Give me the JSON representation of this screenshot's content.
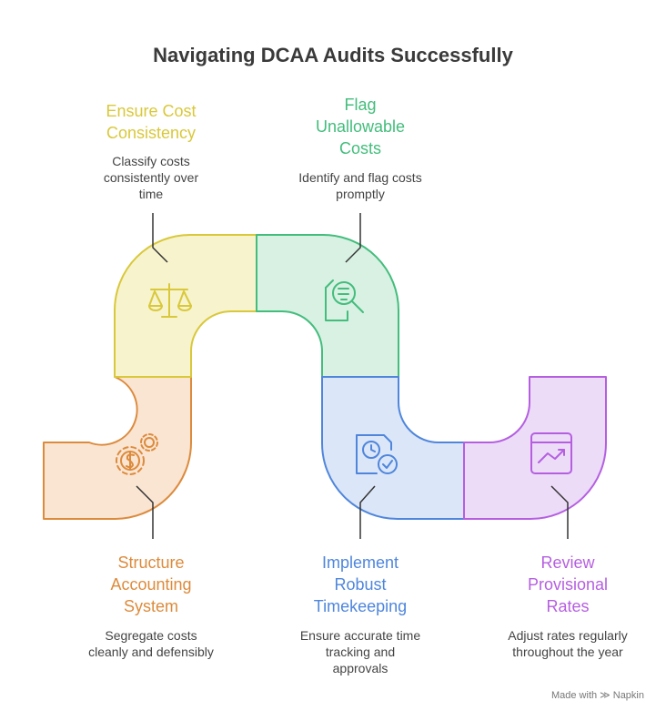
{
  "title": "Navigating DCAA Audits Successfully",
  "steps": [
    {
      "label": "Ensure Cost Consistency",
      "description": "Classify costs consistently over time",
      "icon": "balance-scale-icon",
      "color": "#d9c83a",
      "fill": "#f7f3cd"
    },
    {
      "label": "Flag Unallowable Costs",
      "description": "Identify and flag costs promptly",
      "icon": "document-search-icon",
      "color": "#43bd7c",
      "fill": "#d8f1e3"
    },
    {
      "label": "Structure Accounting System",
      "description": "Segregate costs cleanly and defensibly",
      "icon": "gear-dollar-icon",
      "color": "#dc8b3c",
      "fill": "#fae4d2"
    },
    {
      "label": "Implement Robust Timekeeping",
      "description": "Ensure accurate time tracking and approvals",
      "icon": "clock-check-icon",
      "color": "#4f86dc",
      "fill": "#dbe6f8"
    },
    {
      "label": "Review Provisional Rates",
      "description": "Adjust rates regularly throughout the year",
      "icon": "trend-chart-icon",
      "color": "#b55fe0",
      "fill": "#ecdcf8"
    }
  ],
  "footer": "Made with ≫ Napkin"
}
